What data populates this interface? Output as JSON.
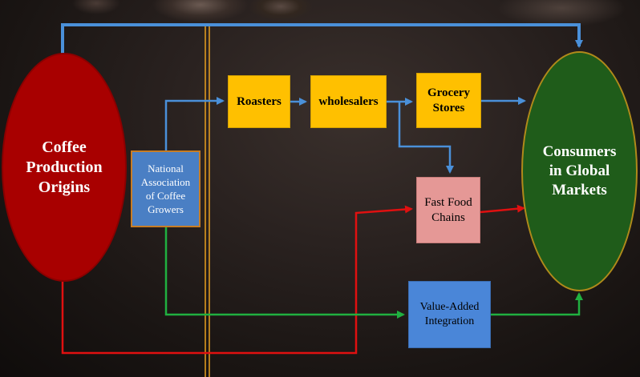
{
  "nodes": {
    "origins": {
      "lines": [
        "Coffee",
        "Production",
        "Origins"
      ]
    },
    "consumers": {
      "lines": [
        "Consumers",
        "in Global",
        "Markets"
      ]
    },
    "nacg": {
      "lines": [
        "National",
        "Association",
        "of Coffee",
        "Growers"
      ]
    },
    "roasters": {
      "lines": [
        "Roasters"
      ]
    },
    "wholesalers": {
      "lines": [
        "wholesalers"
      ]
    },
    "grocery": {
      "lines": [
        "Grocery",
        "Stores"
      ]
    },
    "fastfood": {
      "lines": [
        "Fast Food",
        "Chains"
      ]
    },
    "valueadded": {
      "lines": [
        "Value-Added",
        "Integration"
      ]
    }
  },
  "colors": {
    "blue_arrow": "#4a90d9",
    "red_arrow": "#e01010",
    "green_arrow": "#20b040",
    "divider": "#e8a020"
  }
}
